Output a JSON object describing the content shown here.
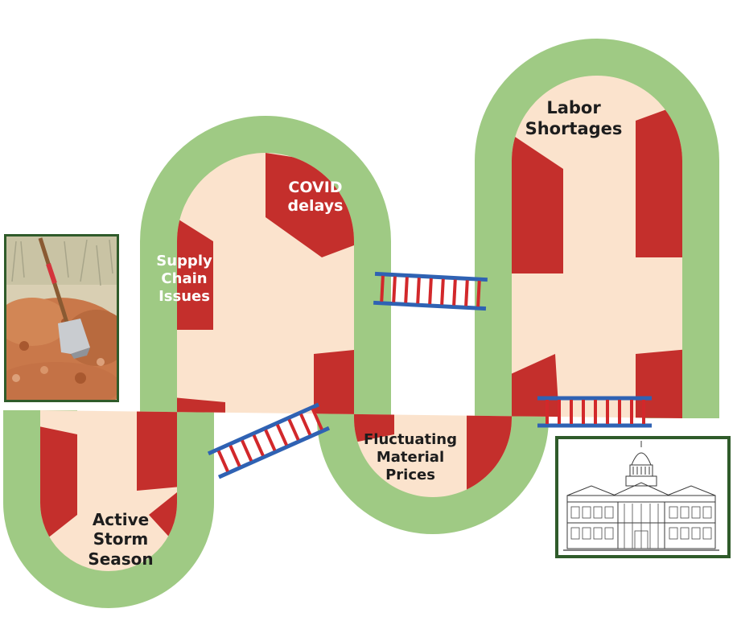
{
  "board": {
    "colors": {
      "track_border": "#9fca84",
      "tile_red": "#c42f2c",
      "tile_cream": "#fbe3cd",
      "ladder_rail": "#2f62b3",
      "ladder_rung": "#d2282b",
      "frame_border": "#2f5b2a"
    },
    "labels": {
      "storm": [
        "Active",
        "Storm",
        "Season"
      ],
      "supply": [
        "Supply",
        "Chain",
        "Issues"
      ],
      "covid": [
        "COVID",
        "delays"
      ],
      "material": [
        "Fluctuating",
        "Material",
        "Prices"
      ],
      "labor": [
        "Labor",
        "Shortages"
      ]
    },
    "start_image": "shovel-in-dirt",
    "finish_image": "courthouse-building-sketch"
  }
}
